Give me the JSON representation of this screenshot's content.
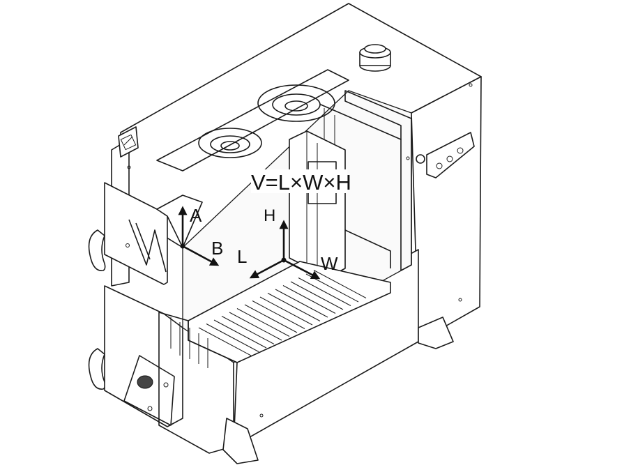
{
  "diagram": {
    "formula": "V=L×W×H",
    "labels": {
      "a": "A",
      "b": "B",
      "h": "H",
      "l": "L",
      "w": "W"
    },
    "icons": {
      "thermometer": "gauge-icon",
      "top_knob": "knob-icon",
      "handle": "lever-handle-icon"
    }
  }
}
